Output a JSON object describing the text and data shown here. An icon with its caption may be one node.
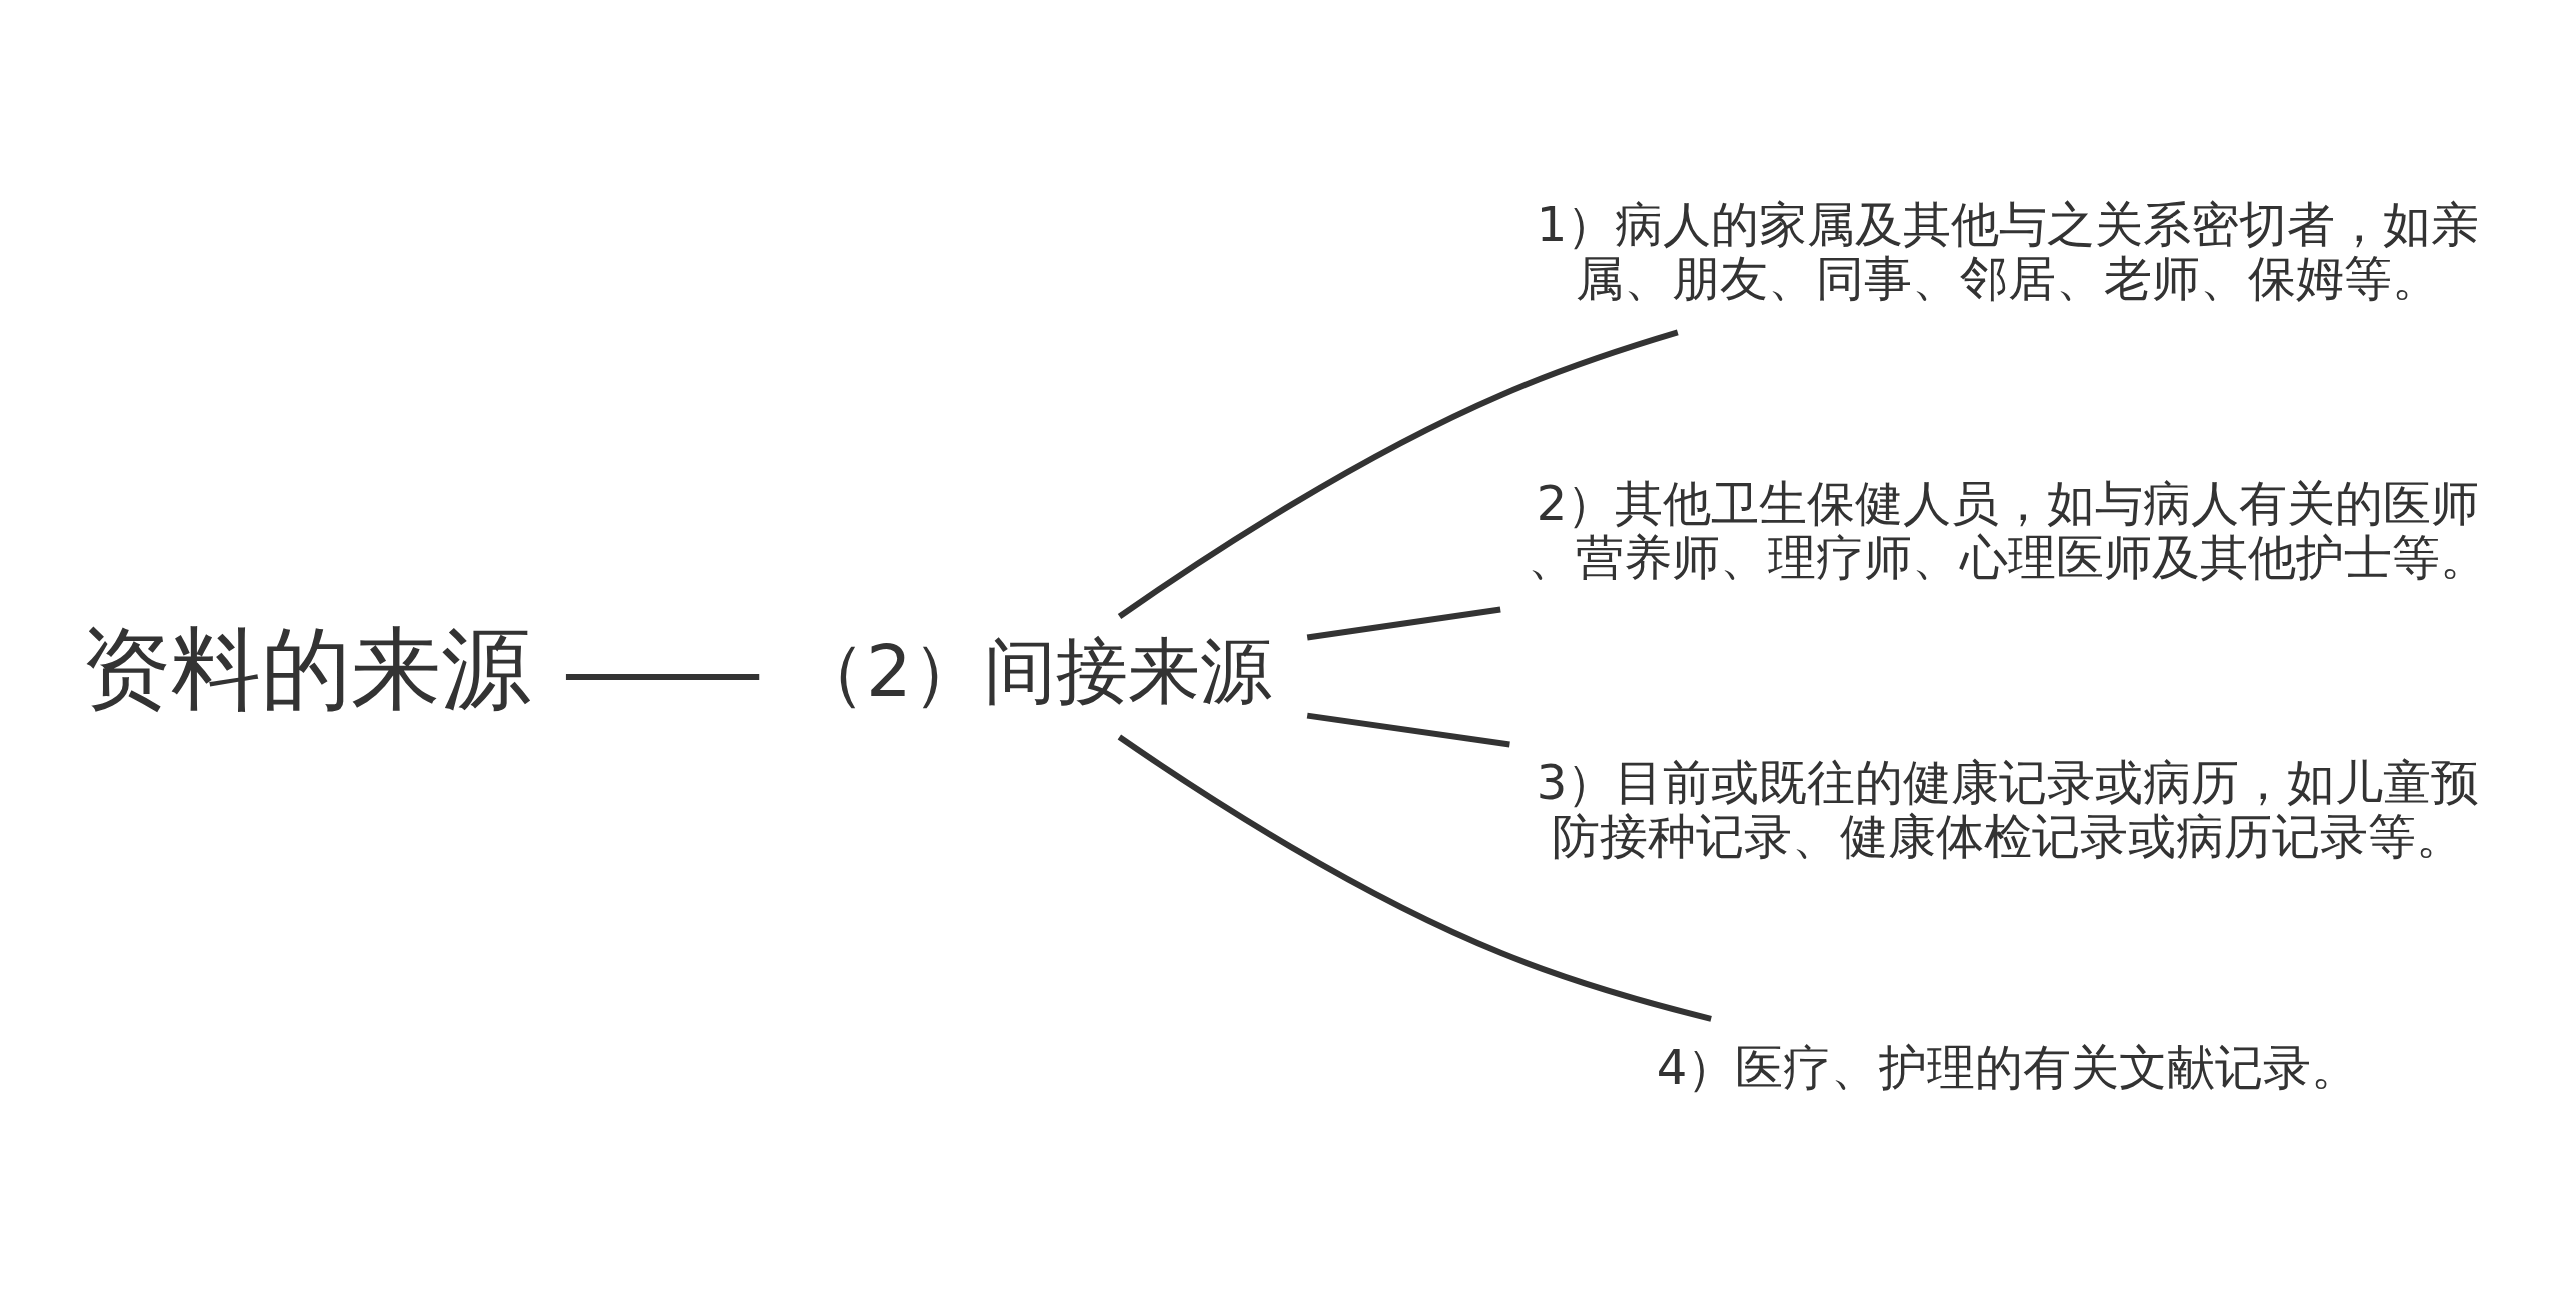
{
  "diagram": {
    "nodes": [
      {
        "text": [
          "资料的来源"
        ]
      },
      {
        "text": [
          "（2）间接来源"
        ]
      },
      {
        "text": [
          "1）病人的家属及其他与之关系密切者，如亲属、朋友、同事、邻居、老师、保姆等。"
        ]
      },
      {
        "text": [
          "2）其他卫生保健人员，如与病人有关的医师、营养师、理疗师、心理医师及其他护士等。"
        ]
      },
      {
        "text": [
          "3）目前或既往的健康记录或病历，如儿童预防接种记录、健康体检记录或病历记录等。"
        ]
      },
      {
        "text": [
          "4）医疗、护理的有关文献记录。"
        ]
      }
    ],
    "edges": [
      {
        "from": 0,
        "to": 1,
        "arrow": "none"
      },
      {
        "from": 1,
        "to": 2,
        "arrow": "none"
      },
      {
        "from": 1,
        "to": 3,
        "arrow": "none"
      },
      {
        "from": 1,
        "to": 4,
        "arrow": "none"
      },
      {
        "from": 1,
        "to": 5,
        "arrow": "none"
      }
    ]
  }
}
